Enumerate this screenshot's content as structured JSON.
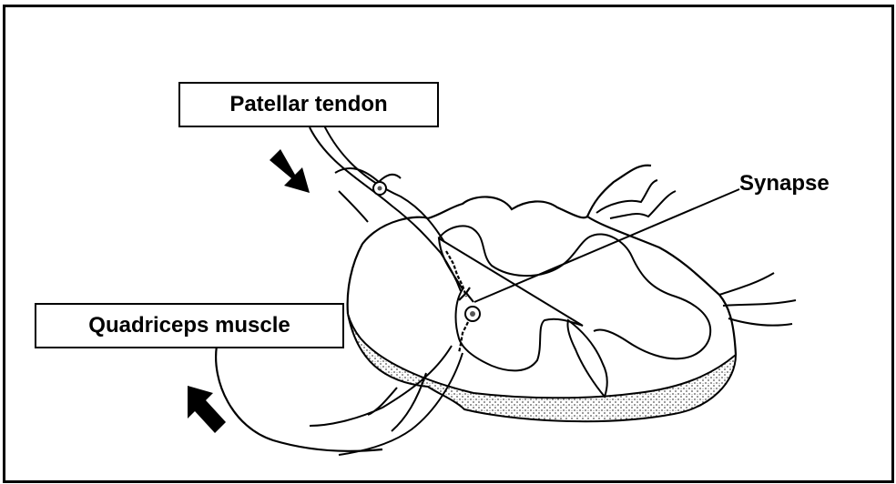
{
  "labels": {
    "patellar_tendon": "Patellar tendon",
    "quadriceps_muscle": "Quadriceps muscle",
    "synapse": "Synapse"
  },
  "colors": {
    "stroke": "#000000",
    "background": "#ffffff",
    "stipple": "#555555"
  },
  "icons": {
    "tendon_arrow": "arrow-down-right-icon",
    "muscle_arrow": "arrow-up-left-icon"
  }
}
